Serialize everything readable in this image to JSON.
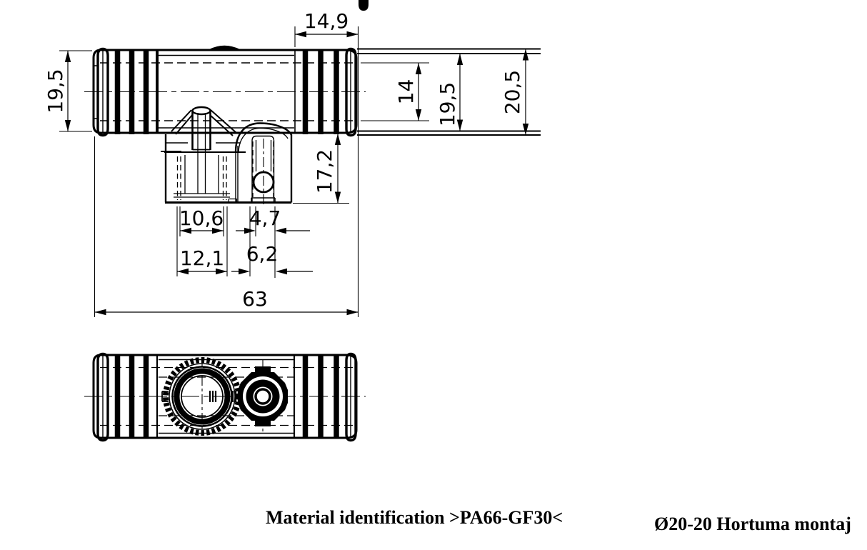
{
  "drawing": {
    "dimensions": {
      "insert_depth": {
        "label": "14,9"
      },
      "left_barb_od": {
        "label": "19,5"
      },
      "hose_inner_dia": {
        "label": "14"
      },
      "end_od": {
        "label": "19,5"
      },
      "hose_outer_dia": {
        "label": "20,5"
      },
      "branch_height": {
        "label": "17,2"
      },
      "slot_inner_width": {
        "label": "10,6"
      },
      "hole_inner_width": {
        "label": "4,7"
      },
      "slot_outer_width": {
        "label": "12,1"
      },
      "hole_outer_width": {
        "label": "6,2"
      },
      "overall_length": {
        "label": "63"
      }
    },
    "notes": {
      "material": "Material identification >PA66-GF30<",
      "assembly": "Ø20-20 Hortuma montaj"
    }
  }
}
